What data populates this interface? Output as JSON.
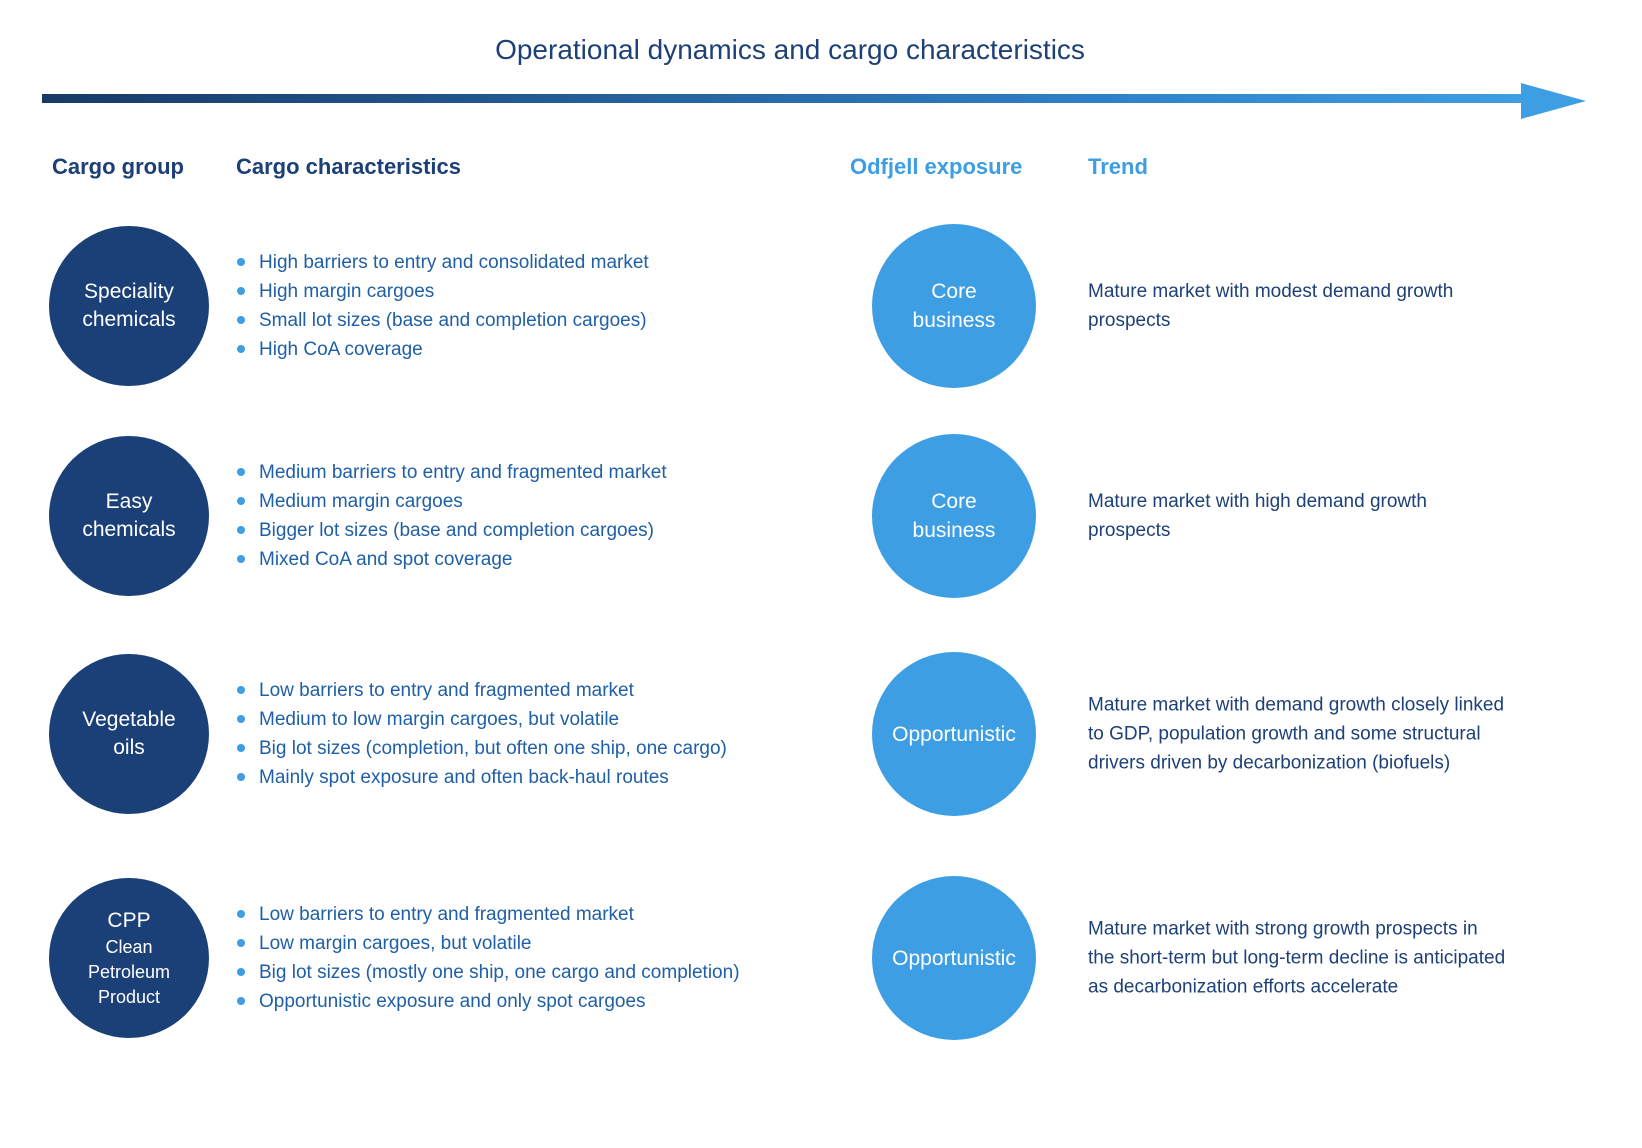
{
  "title": "Operational dynamics and cargo characteristics",
  "columns": {
    "cargo_group": "Cargo group",
    "cargo_characteristics": "Cargo characteristics",
    "odfjell_exposure": "Odfjell exposure",
    "trend": "Trend"
  },
  "colors": {
    "dark_navy_circle": "#1B4078",
    "navy_text": "#1D4077",
    "navy_header": "#1B3F76",
    "bullet_text_blue": "#1F5FA6",
    "light_blue": "#3D9EE3",
    "circle_text": "#FFFFFF"
  },
  "rows": [
    {
      "group": "Speciality\nchemicals",
      "group_sub": "",
      "bullets": [
        "High barriers to entry and consolidated market",
        "High margin cargoes",
        "Small lot sizes (base and completion cargoes)",
        "High CoA coverage"
      ],
      "exposure": "Core\nbusiness",
      "trend": "Mature market with modest demand growth\nprospects"
    },
    {
      "group": "Easy\nchemicals",
      "group_sub": "",
      "bullets": [
        "Medium barriers to entry and fragmented market",
        "Medium margin cargoes",
        "Bigger lot sizes (base and completion cargoes)",
        "Mixed CoA and spot coverage"
      ],
      "exposure": "Core\nbusiness",
      "trend": "Mature market with high demand growth\nprospects"
    },
    {
      "group": "Vegetable\noils",
      "group_sub": "",
      "bullets": [
        "Low barriers to entry and fragmented market",
        "Medium to low margin cargoes, but volatile",
        "Big lot sizes (completion, but often one ship, one cargo)",
        "Mainly spot exposure and often back-haul routes"
      ],
      "exposure": "Opportunistic",
      "trend": "Mature market with demand growth closely linked\nto GDP, population growth and some structural\ndrivers driven by decarbonization (biofuels)"
    },
    {
      "group": "CPP",
      "group_sub": "Clean\nPetroleum\nProduct",
      "bullets": [
        "Low barriers to entry and fragmented market",
        "Low margin cargoes, but volatile",
        "Big lot sizes (mostly one ship, one cargo and completion)",
        "Opportunistic exposure and only spot cargoes"
      ],
      "exposure": "Opportunistic",
      "trend": "Mature market with strong growth prospects in\nthe short-term but long-term decline is anticipated\nas decarbonization efforts accelerate"
    }
  ]
}
